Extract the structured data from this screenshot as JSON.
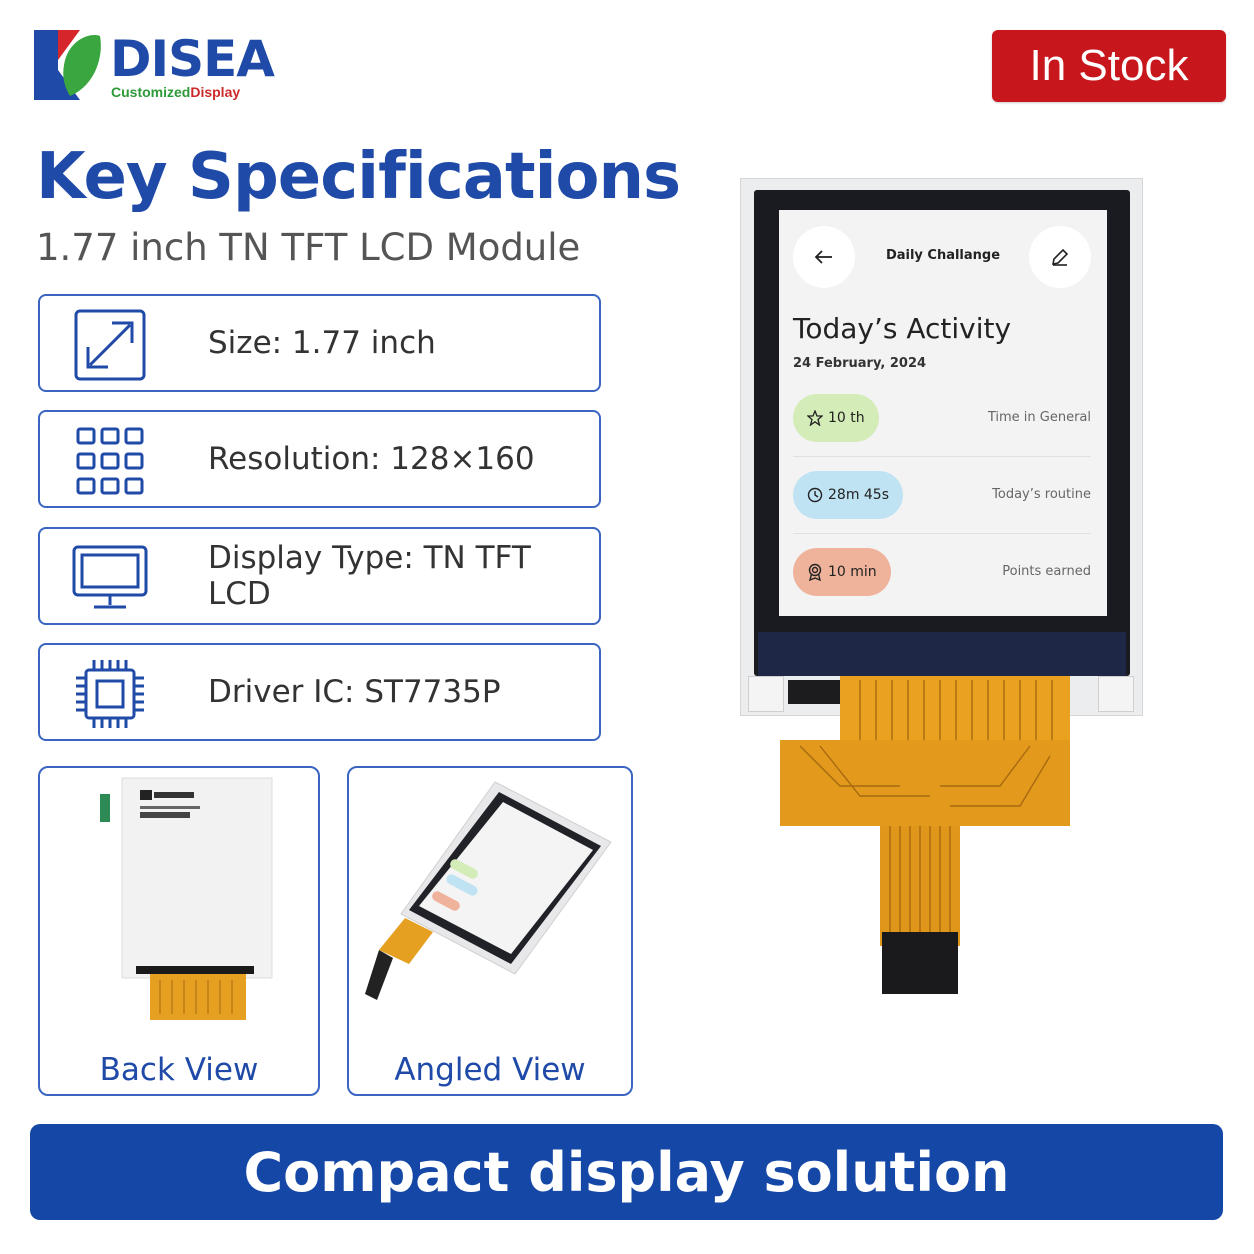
{
  "brand": {
    "name": "DISEA",
    "tagline_part1": "Customized",
    "tagline_part2": "Display"
  },
  "badge": {
    "label": "In Stock"
  },
  "heading": {
    "title": "Key Specifications",
    "subtitle": "1.77 inch TN TFT LCD Module"
  },
  "specs": [
    {
      "icon": "resize-arrows-icon",
      "label": "Size: 1.77 inch"
    },
    {
      "icon": "pixel-grid-icon",
      "label": "Resolution: 128×160"
    },
    {
      "icon": "monitor-icon",
      "label": "Display Type: TN TFT LCD"
    },
    {
      "icon": "chip-icon",
      "label": "Driver IC: ST7735P"
    }
  ],
  "views": [
    {
      "label": "Back View"
    },
    {
      "label": "Angled View"
    }
  ],
  "screen": {
    "header": "Daily Challange",
    "title": "Today’s Activity",
    "date": "24 February, 2024",
    "rows": [
      {
        "value": "10 th",
        "label": "Time in General",
        "color": "#d4ecb8",
        "icon": "star-icon"
      },
      {
        "value": "28m 45s",
        "label": "Today’s routine",
        "color": "#bfe3f2",
        "icon": "clock-icon"
      },
      {
        "value": "10 min",
        "label": "Points earned",
        "color": "#efb39c",
        "icon": "award-icon"
      }
    ]
  },
  "banner": {
    "label": "Compact display solution"
  },
  "colors": {
    "brand_blue": "#1f4aa8",
    "badge_red": "#c8161d",
    "banner_blue": "#1447a6",
    "fpc_orange": "#e8a020"
  }
}
